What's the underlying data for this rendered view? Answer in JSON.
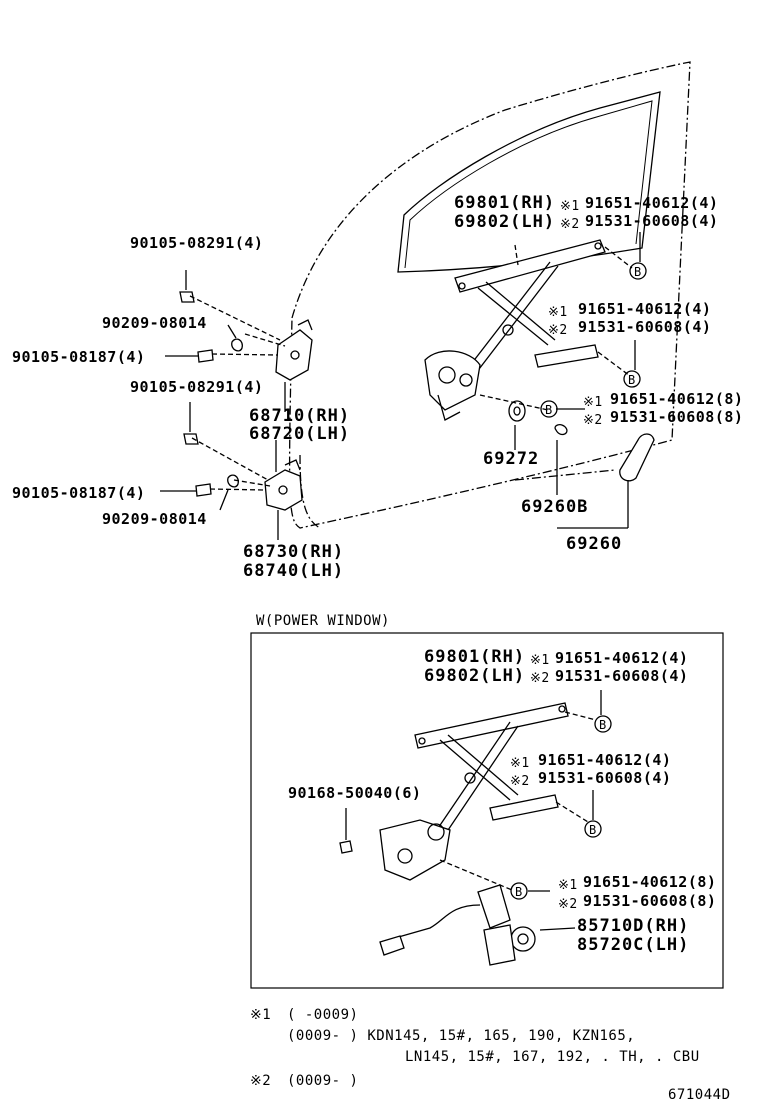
{
  "labels": {
    "p69801_top": "69801(RH)",
    "p69802_top": "69802(LH)",
    "mk1": "※1",
    "mk2": "※2",
    "b91651_4": "91651-40612(4)",
    "b91531_4": "91531-60608(4)",
    "b91651_8": "91651-40612(8)",
    "b91531_8": "91531-60608(8)",
    "p90105_08291": "90105-08291(4)",
    "p90209_08014": "90209-08014",
    "p90105_08187": "90105-08187(4)",
    "p68710": "68710(RH)",
    "p68720": "68720(LH)",
    "p68730": "68730(RH)",
    "p68740": "68740(LH)",
    "p69272": "69272",
    "p69260B": "69260B",
    "p69260": "69260",
    "power_window_title": "W(POWER WINDOW)",
    "p90168": "90168-50040(6)",
    "p85710D": "85710D(RH)",
    "p85720C": "85720C(LH)",
    "callout_B": "B"
  },
  "notes": {
    "n1_mark": "※1",
    "n1_text": "(      -0009)",
    "n1_line2": "(0009-      ) KDN145, 15#, 165, 190, KZN165,",
    "n1_line3": "LN145, 15#, 167, 192, . TH, . CBU",
    "n2_mark": "※2",
    "n2_text": "(0009-      )"
  },
  "figure_code": "671044D"
}
